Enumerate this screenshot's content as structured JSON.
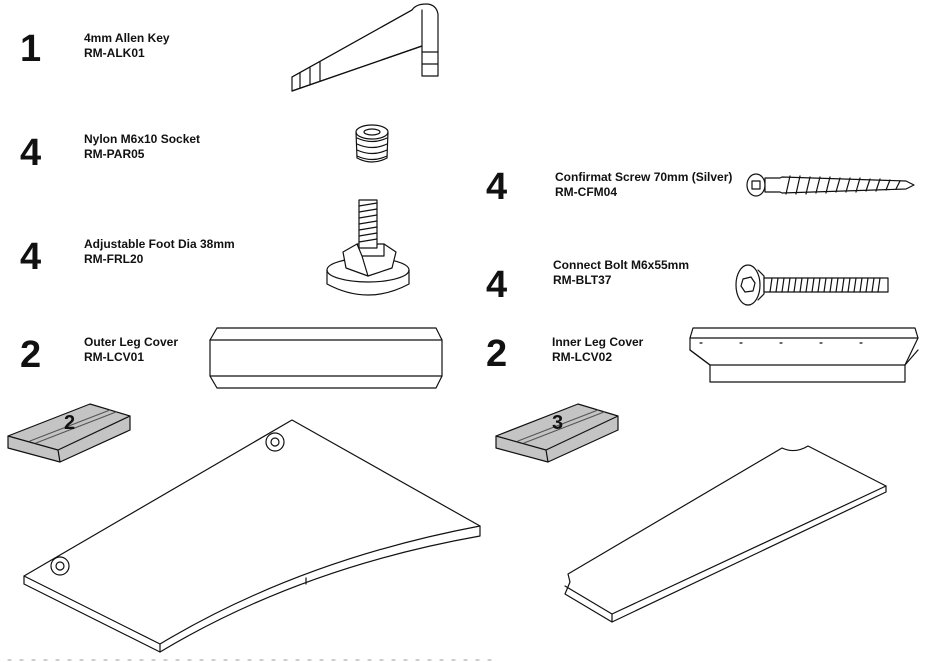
{
  "parts": {
    "allen_key": {
      "qty": "1",
      "name": "4mm Allen Key",
      "code": "RM-ALK01",
      "icon": "allen-key-icon"
    },
    "socket": {
      "qty": "4",
      "name": "Nylon M6x10 Socket",
      "code": "RM-PAR05",
      "icon": "threaded-socket-icon"
    },
    "foot": {
      "qty": "4",
      "name": "Adjustable Foot Dia 38mm",
      "code": "RM-FRL20",
      "icon": "adjustable-foot-icon"
    },
    "outer_leg": {
      "qty": "2",
      "name": "Outer Leg Cover",
      "code": "RM-LCV01",
      "icon": "outer-leg-cover-icon"
    },
    "confirmat": {
      "qty": "4",
      "name": "Confirmat Screw 70mm (Silver)",
      "code": "RM-CFM04",
      "icon": "confirmat-screw-icon"
    },
    "bolt": {
      "qty": "4",
      "name": "Connect Bolt M6x55mm",
      "code": "RM-BLT37",
      "icon": "connect-bolt-icon"
    },
    "inner_leg": {
      "qty": "2",
      "name": "Inner Leg Cover",
      "code": "RM-LCV02",
      "icon": "inner-leg-cover-icon"
    }
  },
  "panels": {
    "desktop_pack": {
      "number": "2",
      "icon": "panel-pack-icon"
    },
    "return_pack": {
      "number": "3",
      "icon": "panel-pack-icon"
    }
  },
  "colors": {
    "ink": "#111111",
    "pack_fill": "#c4c4c4",
    "panel_fill": "#ffffff"
  }
}
